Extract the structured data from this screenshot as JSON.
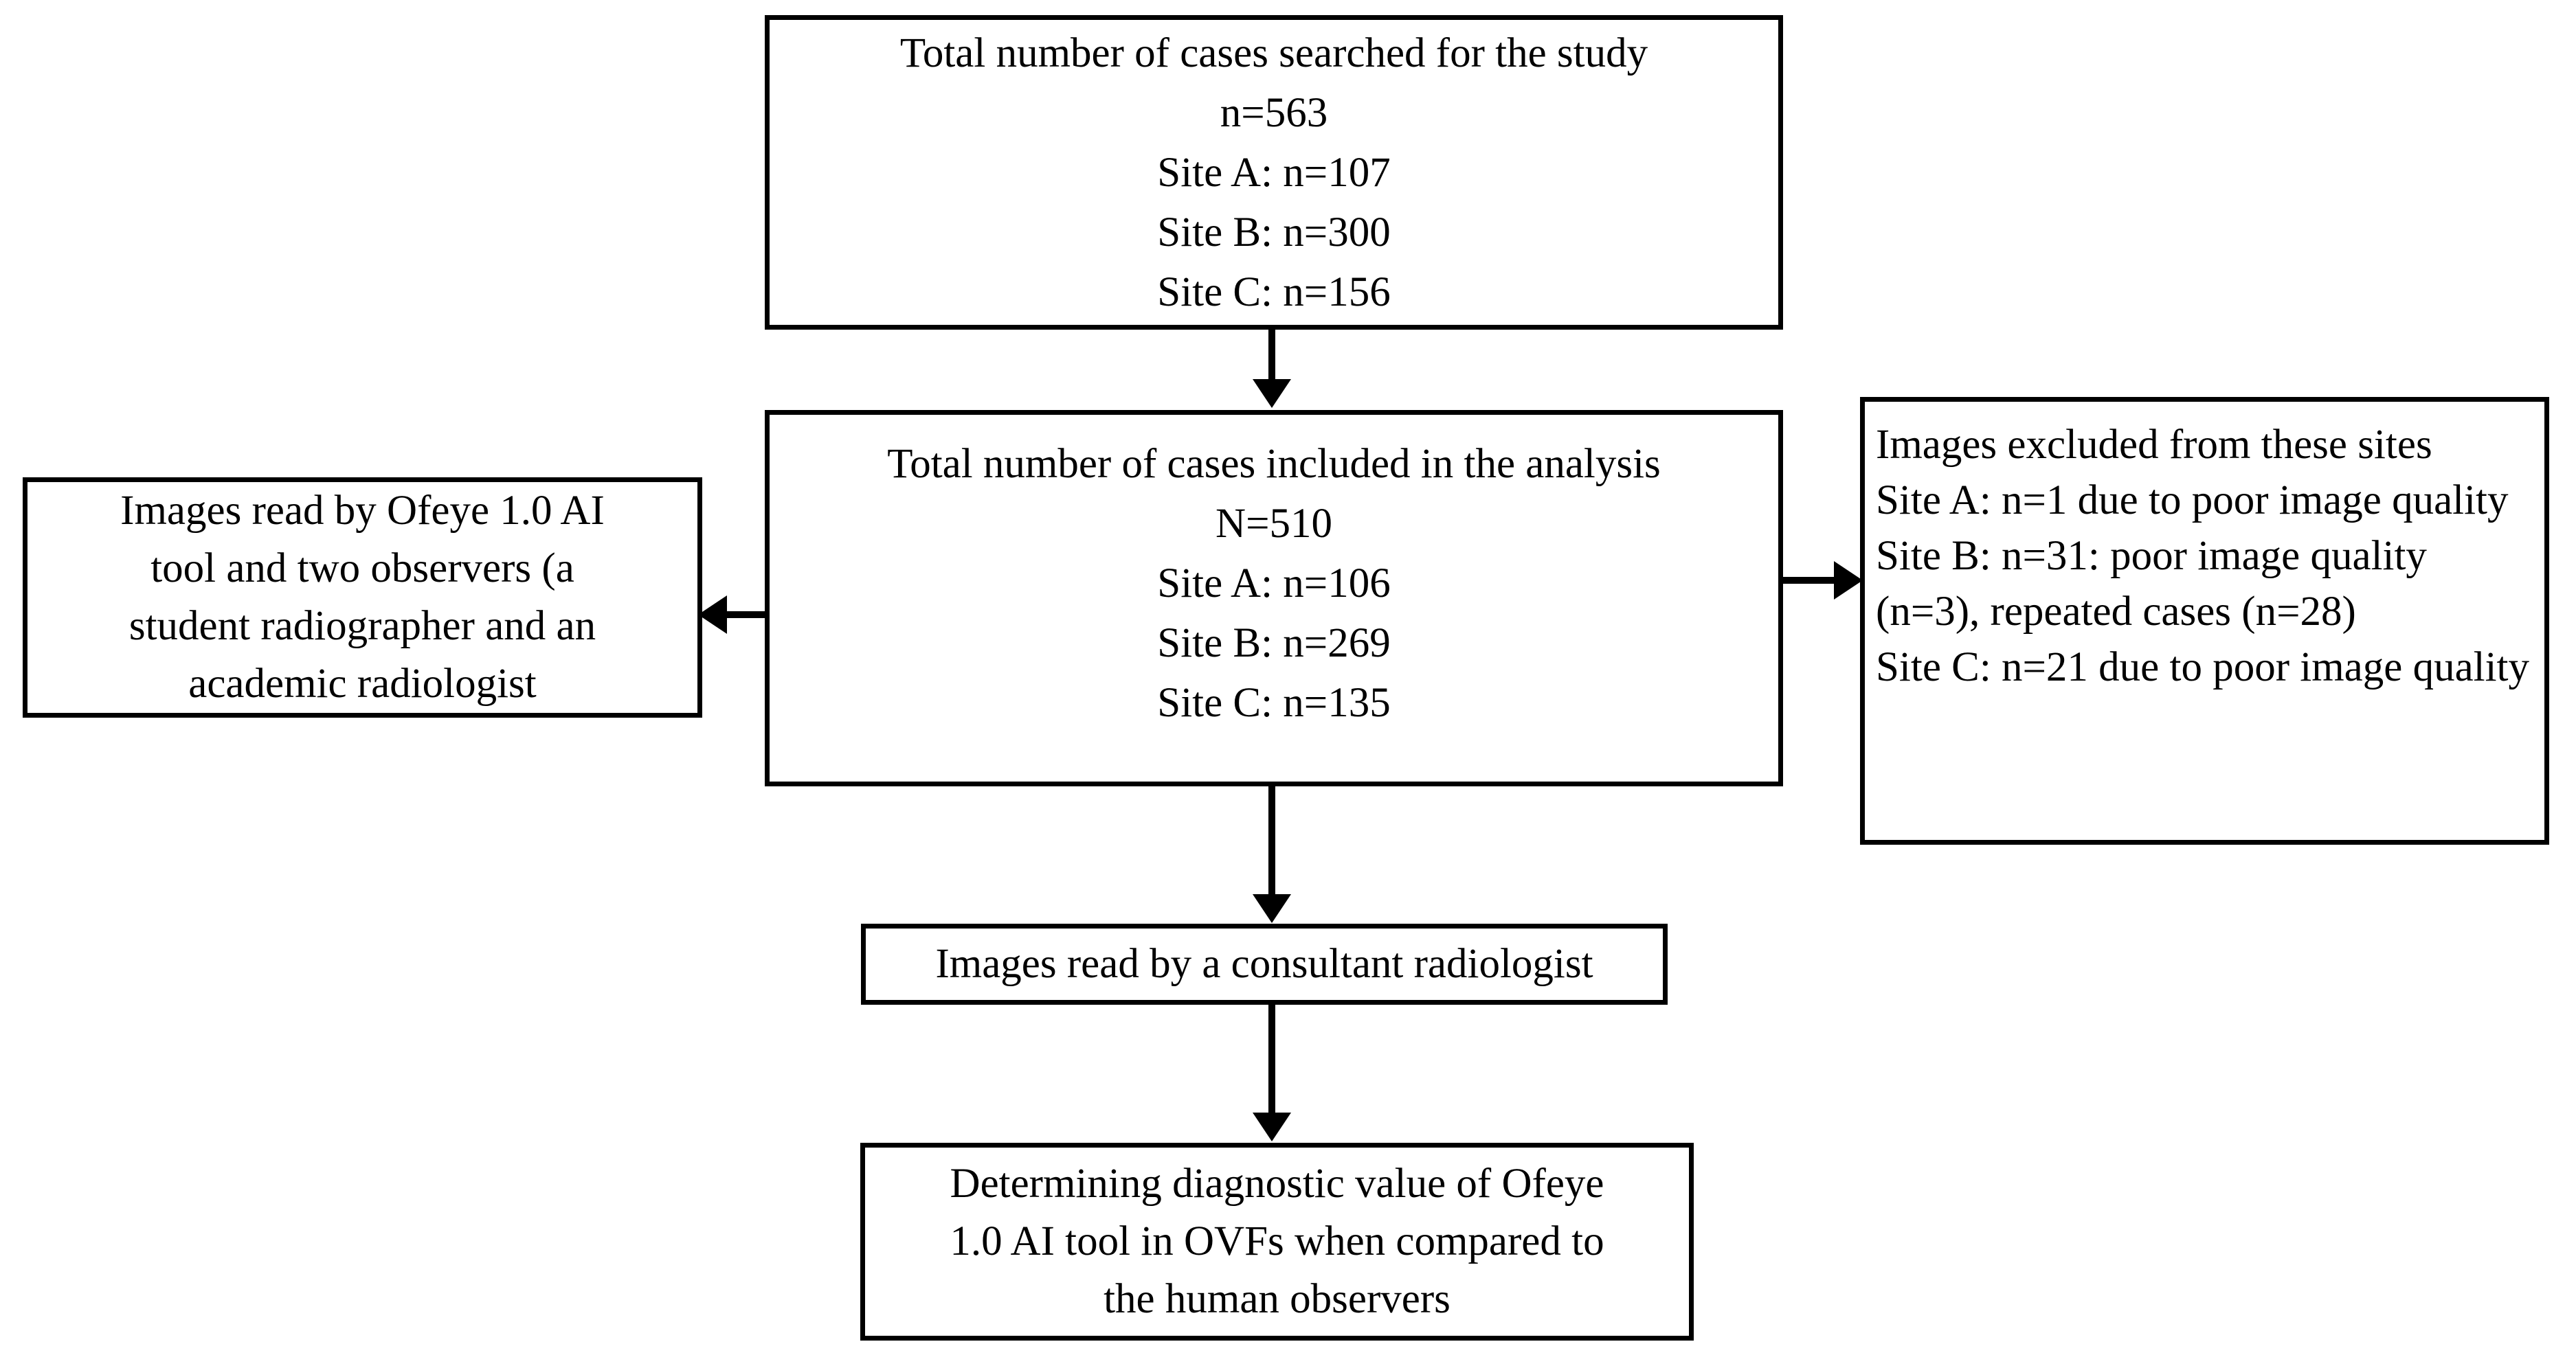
{
  "diagram": {
    "title": "Study case selection flowchart",
    "background_color": "#ffffff",
    "line_color": "#000000",
    "nodes": {
      "searched": {
        "lines": [
          "Total number of cases searched for the study",
          "n=563",
          "Site A: n=107",
          "Site B: n=300",
          "Site C: n=156"
        ]
      },
      "included": {
        "lines": [
          "Total number of cases included in the analysis",
          "N=510",
          "Site A: n=106",
          "Site B: n=269",
          "Site C: n=135"
        ]
      },
      "excluded": {
        "lines": [
          "Images excluded from these sites",
          "Site A: n=1 due to poor image quality",
          "Site B: n=31: poor image quality (n=3), repeated cases (n=28)",
          "Site C: n=21 due to poor image quality"
        ]
      },
      "readers": {
        "lines": [
          "Images read by Ofeye 1.0 AI",
          "tool and two observers (a",
          "student radiographer and an",
          "academic radiologist"
        ]
      },
      "consultant": {
        "lines": [
          "Images read by a consultant radiologist"
        ]
      },
      "outcome": {
        "lines": [
          "Determining diagnostic value of Ofeye",
          "1.0 AI tool in OVFs when compared to",
          "the human observers"
        ]
      }
    },
    "connectors": [
      {
        "name": "searched-to-included",
        "direction": "down"
      },
      {
        "name": "included-to-excluded",
        "direction": "right"
      },
      {
        "name": "included-to-readers",
        "direction": "left"
      },
      {
        "name": "included-to-consultant",
        "direction": "down"
      },
      {
        "name": "consultant-to-outcome",
        "direction": "down"
      }
    ]
  }
}
